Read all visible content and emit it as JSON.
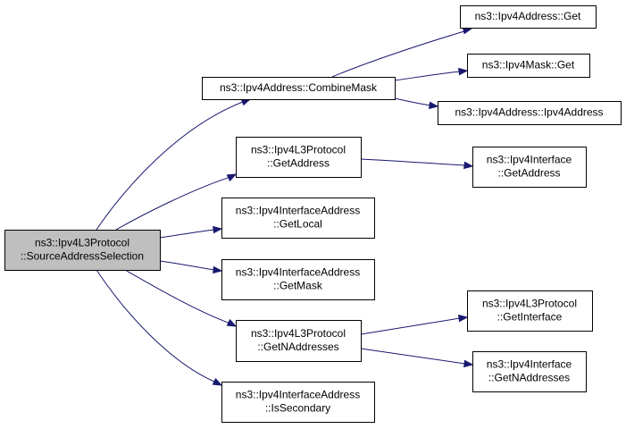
{
  "colors": {
    "edge": "#191970",
    "node_fill": "#ffffff",
    "root_fill": "#bfbfbf",
    "border": "#000000"
  },
  "nodes": [
    {
      "id": "root",
      "lines": [
        "ns3::Ipv4L3Protocol",
        "::SourceAddressSelection"
      ],
      "highlight": true
    },
    {
      "id": "combinemask",
      "lines": [
        "ns3::Ipv4Address::CombineMask"
      ]
    },
    {
      "id": "l3-getaddress",
      "lines": [
        "ns3::Ipv4L3Protocol",
        "::GetAddress"
      ]
    },
    {
      "id": "ifaddr-getlocal",
      "lines": [
        "ns3::Ipv4InterfaceAddress",
        "::GetLocal"
      ]
    },
    {
      "id": "ifaddr-getmask",
      "lines": [
        "ns3::Ipv4InterfaceAddress",
        "::GetMask"
      ]
    },
    {
      "id": "l3-getnaddresses",
      "lines": [
        "ns3::Ipv4L3Protocol",
        "::GetNAddresses"
      ]
    },
    {
      "id": "ifaddr-issecondary",
      "lines": [
        "ns3::Ipv4InterfaceAddress",
        "::IsSecondary"
      ]
    },
    {
      "id": "addr-get",
      "lines": [
        "ns3::Ipv4Address::Get"
      ]
    },
    {
      "id": "mask-get",
      "lines": [
        "ns3::Ipv4Mask::Get"
      ]
    },
    {
      "id": "addr-ctor",
      "lines": [
        "ns3::Ipv4Address::Ipv4Address"
      ]
    },
    {
      "id": "iface-getaddress",
      "lines": [
        "ns3::Ipv4Interface",
        "::GetAddress"
      ]
    },
    {
      "id": "l3-getinterface",
      "lines": [
        "ns3::Ipv4L3Protocol",
        "::GetInterface"
      ]
    },
    {
      "id": "iface-getnaddresses",
      "lines": [
        "ns3::Ipv4Interface",
        "::GetNAddresses"
      ]
    }
  ],
  "edges": [
    {
      "from": "root",
      "to": "combinemask"
    },
    {
      "from": "root",
      "to": "l3-getaddress"
    },
    {
      "from": "root",
      "to": "ifaddr-getlocal"
    },
    {
      "from": "root",
      "to": "ifaddr-getmask"
    },
    {
      "from": "root",
      "to": "l3-getnaddresses"
    },
    {
      "from": "root",
      "to": "ifaddr-issecondary"
    },
    {
      "from": "combinemask",
      "to": "addr-get"
    },
    {
      "from": "combinemask",
      "to": "mask-get"
    },
    {
      "from": "combinemask",
      "to": "addr-ctor"
    },
    {
      "from": "l3-getaddress",
      "to": "iface-getaddress"
    },
    {
      "from": "l3-getnaddresses",
      "to": "l3-getinterface"
    },
    {
      "from": "l3-getnaddresses",
      "to": "iface-getnaddresses"
    }
  ]
}
